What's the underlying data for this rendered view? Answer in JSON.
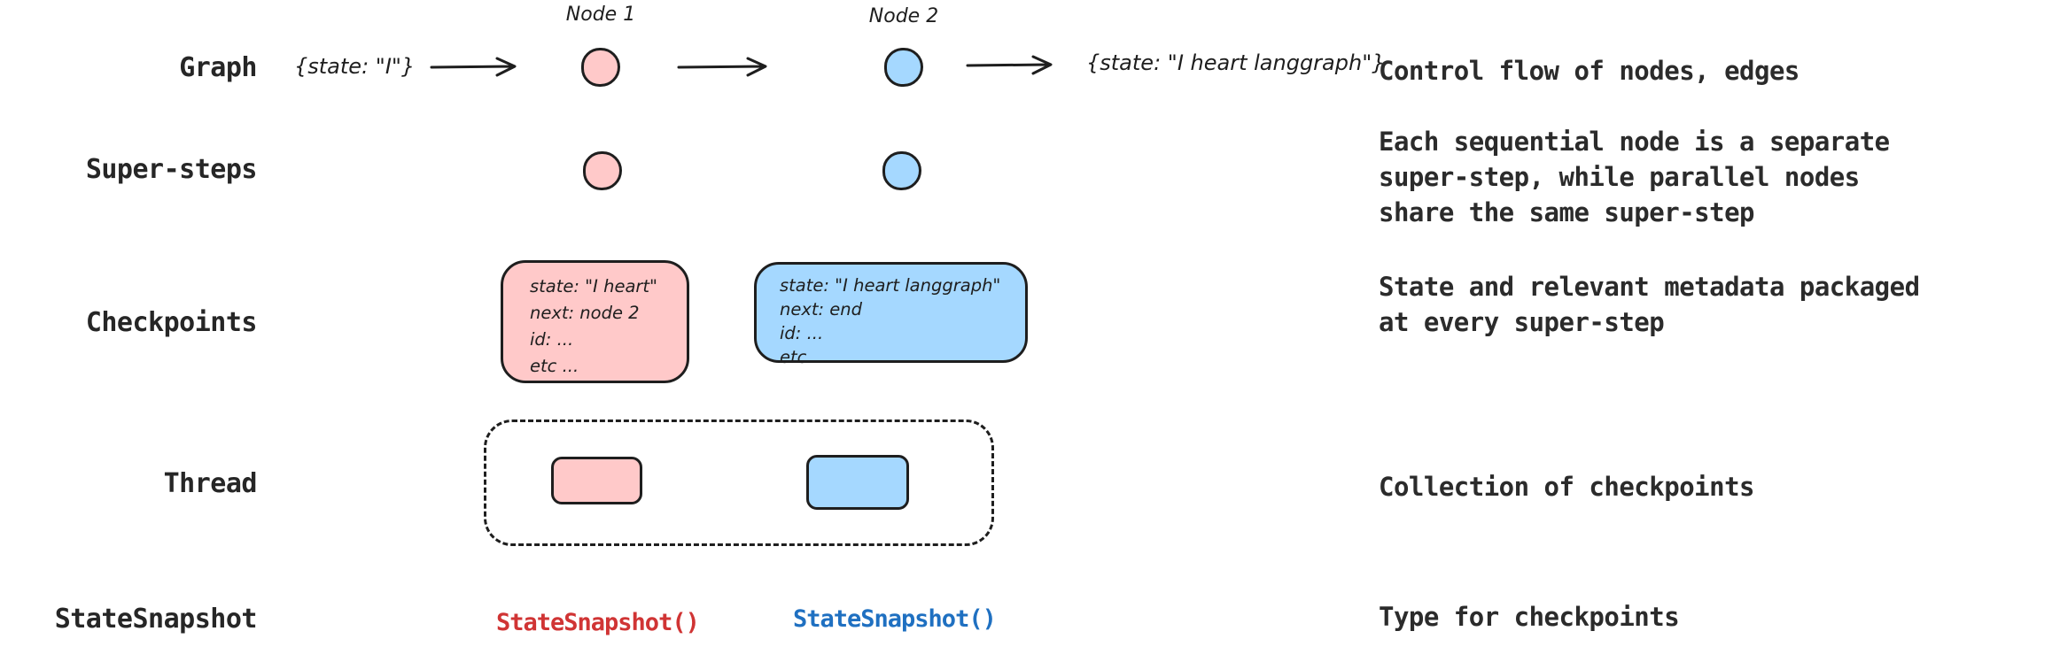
{
  "rows": [
    {
      "label": "Graph",
      "description": "Control flow of nodes, edges"
    },
    {
      "label": "Super-steps",
      "description": "Each sequential node is a separate\nsuper-step, while parallel nodes\nshare the same super-step"
    },
    {
      "label": "Checkpoints",
      "description": "State and relevant metadata packaged\nat every super-step"
    },
    {
      "label": "Thread",
      "description": "Collection of checkpoints"
    },
    {
      "label": "StateSnapshot",
      "description": "Type for checkpoints"
    }
  ],
  "graph_row": {
    "input_state": "{state: \"I\"}",
    "node1_label": "Node 1",
    "node2_label": "Node 2",
    "output_state": "{state: \"I heart langgraph\"}"
  },
  "checkpoints": {
    "pink_lines": "state: \"I heart\"\nnext: node 2\nid: ...\netc ...",
    "blue_lines": "state: \"I heart langgraph\"\nnext: end\nid: ...\netc ..."
  },
  "snapshots": {
    "red_label": "StateSnapshot()",
    "blue_label": "StateSnapshot()"
  },
  "colors": {
    "pink_fill": "#ffc9c9",
    "blue_fill": "#a5d8ff",
    "stroke": "#1e1e1e",
    "red_code": "#d03434",
    "blue_code": "#1f70c1"
  }
}
